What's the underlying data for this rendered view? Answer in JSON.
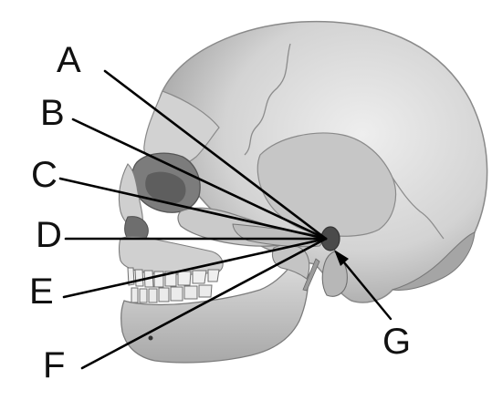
{
  "labels": {
    "a": "A",
    "b": "B",
    "c": "C",
    "d": "D",
    "e": "E",
    "f": "F",
    "g": "G"
  },
  "colors": {
    "bone": "#d9d9d9",
    "bone_shadow": "#9a9a9a",
    "bone_light": "#ececec",
    "line": "#000000",
    "text": "#111111"
  }
}
